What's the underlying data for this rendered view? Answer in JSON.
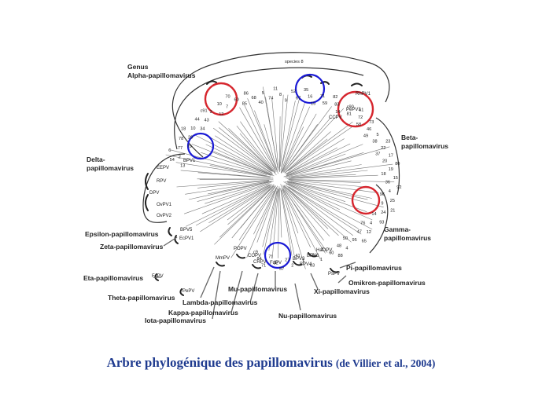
{
  "caption": {
    "title": "Arbre phylogénique des papillomavirus",
    "citation": "(de Villier et al., 2004)"
  },
  "genus_labels": [
    {
      "id": "alpha",
      "lines": [
        "Genus",
        "Alpha-papillomavirus"
      ]
    },
    {
      "id": "beta",
      "lines": [
        "Beta-",
        "papillomavirus"
      ]
    },
    {
      "id": "gamma",
      "lines": [
        "Gamma-",
        "papillomavirus"
      ]
    },
    {
      "id": "delta",
      "lines": [
        "Delta-",
        "papillomavirus"
      ]
    },
    {
      "id": "epsilon",
      "lines": [
        "Epsilon-papillomavirus"
      ]
    },
    {
      "id": "zeta",
      "lines": [
        "Zeta-papillomavirus"
      ]
    },
    {
      "id": "eta",
      "lines": [
        "Eta-papillomavirus"
      ]
    },
    {
      "id": "theta",
      "lines": [
        "Theta-papillomavirus"
      ]
    },
    {
      "id": "iota",
      "lines": [
        "Iota-papillomavirus"
      ]
    },
    {
      "id": "kappa",
      "lines": [
        "Kappa-papillomavirus"
      ]
    },
    {
      "id": "lambda",
      "lines": [
        "Lambda-papillomavirus"
      ]
    },
    {
      "id": "mu",
      "lines": [
        "Mu-papillomavirus"
      ]
    },
    {
      "id": "nu",
      "lines": [
        "Nu-papillomavirus"
      ]
    },
    {
      "id": "xi",
      "lines": [
        "Xi-papillomavirus"
      ]
    },
    {
      "id": "omikron",
      "lines": [
        "Omikron-papillomavirus"
      ]
    },
    {
      "id": "pi",
      "lines": [
        "Pi-papillomavirus"
      ]
    }
  ],
  "species_label": "species 8",
  "virus_labels": [
    "EEPV",
    "RPV",
    "DPV",
    "OvPV1",
    "OvPV2",
    "BPV1",
    "BPV5",
    "EcPV1",
    "FcPV",
    "PePV",
    "MmPV",
    "POPV",
    "COPV",
    "CRPV",
    "FdPV",
    "BPV3",
    "BPV4",
    "BPV6",
    "HaOPV",
    "PsPV",
    "PePV1",
    "CCPV",
    "RhPV1"
  ],
  "tree_numbers": [
    "13",
    "54",
    "2",
    "6",
    "77",
    "79",
    "78",
    "29",
    "18",
    "10",
    "34",
    "44",
    "43",
    "c91",
    "3",
    "12",
    "10",
    "7",
    "70",
    "60",
    "85",
    "86",
    "68",
    "40",
    "5",
    "74",
    "11",
    "8",
    "9",
    "52",
    "67",
    "35",
    "16",
    "15",
    "71",
    "59",
    "82",
    "83",
    "14",
    "c90",
    "81",
    "61",
    "72",
    "58",
    "73",
    "46",
    "49",
    "5",
    "38",
    "23",
    "22",
    "37",
    "17",
    "20",
    "80",
    "19",
    "18",
    "15",
    "36",
    "92",
    "4",
    "96",
    "25",
    "9",
    "21",
    "24",
    "14",
    "93",
    "4",
    "76",
    "12",
    "47",
    "65",
    "95",
    "50",
    "4",
    "48",
    "88",
    "60",
    "3",
    "1",
    "2",
    "63",
    "1",
    "41",
    "2",
    "27",
    "57",
    "32",
    "71",
    "71",
    "84",
    "c9"
  ]
}
